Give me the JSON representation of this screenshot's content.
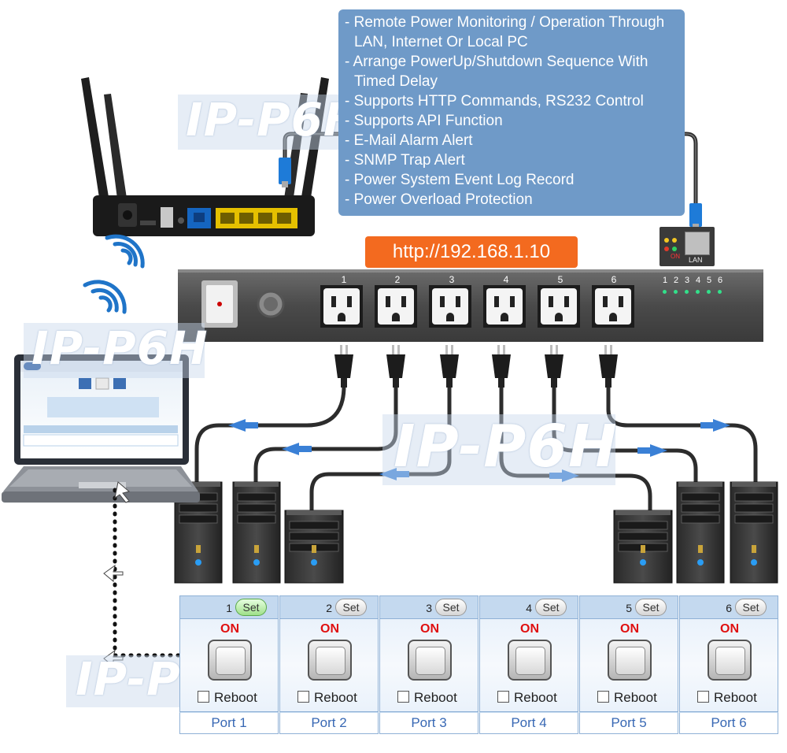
{
  "features": [
    "- Remote Power Monitoring / Operation Through",
    "  LAN, Internet Or Local PC",
    "- Arrange PowerUp/Shutdown Sequence With",
    "  Timed Delay",
    "- Supports HTTP Commands, RS232 Control",
    "- Supports API Function",
    "- E-Mail Alarm Alert",
    "- SNMP Trap Alert",
    "- Power System Event Log Record",
    "- Power Overload Protection"
  ],
  "url": "http://192.168.1.10",
  "watermark": "IP-P6H",
  "lan": {
    "on_label": "ON",
    "lan_label": "LAN"
  },
  "outlets": [
    "1",
    "2",
    "3",
    "4",
    "5",
    "6"
  ],
  "port_leds": [
    "1",
    "2",
    "3",
    "4",
    "5",
    "6"
  ],
  "colors": {
    "feature_box": "#6f9ac8",
    "url_badge": "#f36a1f",
    "led": "#32e08a",
    "on_text": "#e01010",
    "port_link": "#3868b4"
  },
  "ports": [
    {
      "number": "1",
      "set": "Set",
      "state": "ON",
      "reboot": "Reboot",
      "name": "Port 1",
      "set_active": true
    },
    {
      "number": "2",
      "set": "Set",
      "state": "ON",
      "reboot": "Reboot",
      "name": "Port 2",
      "set_active": false
    },
    {
      "number": "3",
      "set": "Set",
      "state": "ON",
      "reboot": "Reboot",
      "name": "Port 3",
      "set_active": false
    },
    {
      "number": "4",
      "set": "Set",
      "state": "ON",
      "reboot": "Reboot",
      "name": "Port 4",
      "set_active": false
    },
    {
      "number": "5",
      "set": "Set",
      "state": "ON",
      "reboot": "Reboot",
      "name": "Port 5",
      "set_active": false
    },
    {
      "number": "6",
      "set": "Set",
      "state": "ON",
      "reboot": "Reboot",
      "name": "Port 6",
      "set_active": false
    }
  ]
}
